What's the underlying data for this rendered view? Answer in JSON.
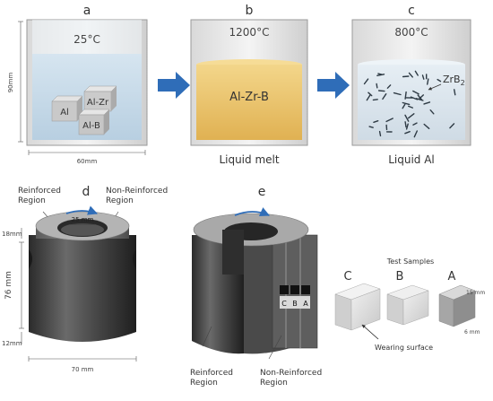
{
  "panels": {
    "a": {
      "letter": "a",
      "temp": "25°C",
      "dim_height": "90mm",
      "dim_width": "60mm",
      "blocks": [
        "Al",
        "Al-Zr",
        "Al-B"
      ]
    },
    "b": {
      "letter": "b",
      "temp": "1200°C",
      "melt_label": "Al-Zr-B",
      "caption": "Liquid melt"
    },
    "c": {
      "letter": "c",
      "temp": "800°C",
      "particle_label": "ZrB",
      "particle_sub": "2",
      "caption": "Liquid Al"
    },
    "d": {
      "letter": "d",
      "reinforced": [
        "Reinforced",
        "Region"
      ],
      "non_reinforced": [
        "Non-Reinforced",
        "Region"
      ],
      "dim_top": "18mm",
      "dim_inner": "25 mm",
      "dim_height": "76 mm",
      "dim_bottom": "12mm",
      "dim_width": "70 mm"
    },
    "e": {
      "letter": "e",
      "reinforced": [
        "Reinforced",
        "Region"
      ],
      "non_reinforced": [
        "Non-Reinforced",
        "Region"
      ],
      "slot_labels": [
        "C",
        "B",
        "A"
      ]
    },
    "samples": {
      "title": "Test Samples",
      "labels": [
        "C",
        "B",
        "A"
      ],
      "dim_height": "15 mm",
      "dim_width": "6 mm",
      "wearing": "Wearing surface"
    }
  },
  "colors": {
    "arrow": "#2f6db8",
    "water": "#c9dcea",
    "melt": "#ecc566",
    "metal_dark": "#3c3c3c",
    "metal_light": "#9a9a9a"
  }
}
